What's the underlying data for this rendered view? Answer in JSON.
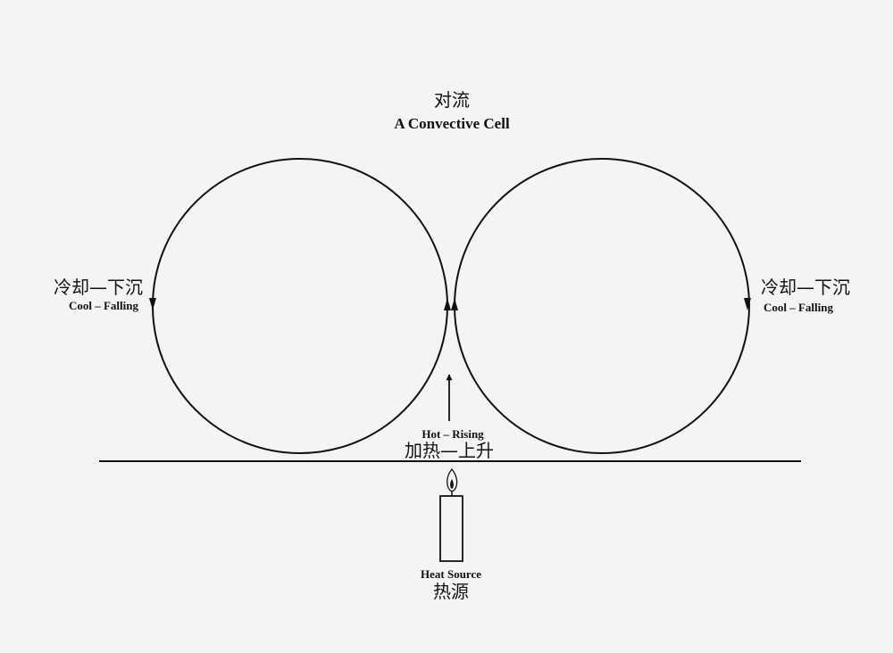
{
  "title": {
    "chinese": "对流",
    "english": "A Convective Cell"
  },
  "left_label": {
    "chinese": "冷却—下沉",
    "english": "Cool – Falling"
  },
  "right_label": {
    "chinese": "冷却—下沉",
    "english": "Cool – Falling"
  },
  "center_label": {
    "english": "Hot – Rising",
    "chinese": "加热—上升"
  },
  "source_label": {
    "english": "Heat Source",
    "chinese": "热源"
  },
  "colors": {
    "background": "#f4f4f4",
    "ink": "#111111"
  },
  "icons": {
    "heat_source": "candle-icon"
  }
}
